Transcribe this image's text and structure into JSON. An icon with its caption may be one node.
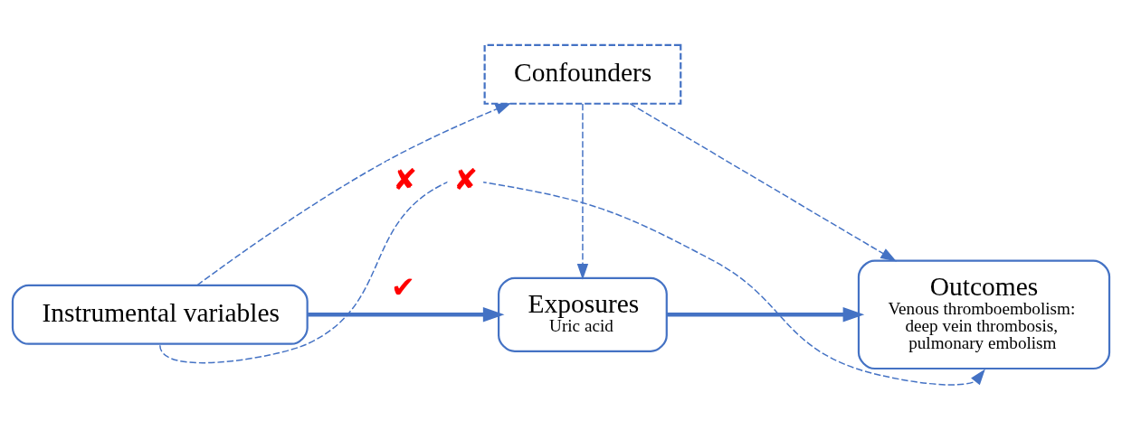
{
  "diagram": {
    "nodes": [
      {
        "text": [
          "Confounders"
        ]
      },
      {
        "text": [
          "Instrumental variables"
        ]
      },
      {
        "text": [
          "Exposures",
          "Uric acid"
        ]
      },
      {
        "text": [
          "Outcomes",
          "Venous thromboembolism: deep vein thrombosis, pulmonary embolism"
        ]
      }
    ],
    "edges": [
      {
        "from": 1,
        "to": 0,
        "arrow": "to",
        "style": "dashed",
        "label": "✘"
      },
      {
        "from": 0,
        "to": 2,
        "arrow": "to",
        "style": "dashed"
      },
      {
        "from": 0,
        "to": 3,
        "arrow": "to",
        "style": "dashed"
      },
      {
        "from": 1,
        "to": 2,
        "arrow": "to",
        "style": "thick",
        "label": "✔"
      },
      {
        "from": 2,
        "to": 3,
        "arrow": "to",
        "style": "thick"
      },
      {
        "from": 1,
        "to": 3,
        "arrow": "to",
        "style": "dashed",
        "label": "✘"
      }
    ]
  }
}
